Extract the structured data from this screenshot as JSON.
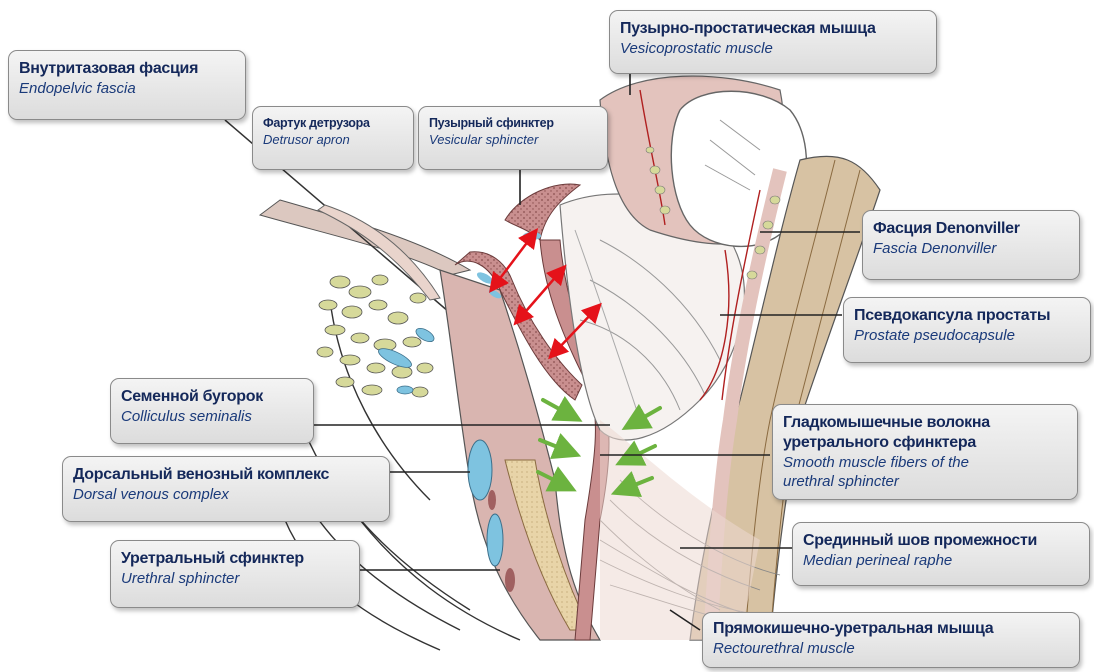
{
  "labels": {
    "endopelvic": {
      "ru": "Внутритазовая фасция",
      "en": "Endopelvic fascia"
    },
    "detrusor": {
      "ru": "Фартук детрузора",
      "en": "Detrusor apron"
    },
    "vesicular": {
      "ru": "Пузырный сфинктер",
      "en": "Vesicular sphincter"
    },
    "vesicoprostatic": {
      "ru": "Пузырно-простатическая мышца",
      "en": "Vesicoprostatic muscle"
    },
    "denonvilliers": {
      "ru": "Фасция Denonviller",
      "en": "Fascia Denonviller"
    },
    "pseudocapsule": {
      "ru": "Псевдокапсула простаты",
      "en": "Prostate pseudocapsule"
    },
    "colliculus": {
      "ru": "Семенной бугорок",
      "en": "Colliculus seminalis"
    },
    "dorsal": {
      "ru": "Дорсальный венозный комплекс",
      "en": "Dorsal venous complex"
    },
    "urethral": {
      "ru": "Уретральный сфинктер",
      "en": "Urethral sphincter"
    },
    "smooth": {
      "ru1": "Гладкомышечные волокна",
      "ru2": "уретрального сфинктера",
      "en1": "Smooth muscle fibers of the",
      "en2": "urethral sphincter"
    },
    "median": {
      "ru": "Срединный шов промежности",
      "en": "Median perineal raphe"
    },
    "rectourethral": {
      "ru": "Прямокишечно-уретральная мышца",
      "en": "Rectourethral muscle"
    }
  },
  "colors": {
    "label_title": "#14285a",
    "label_subtitle": "#1a3a7a",
    "muscle_pink": "#d9a3a3",
    "sphincter_dark": "#b07070",
    "vein_blue": "#7ec3e0",
    "fascia_tan": "#d7c2a3",
    "arrow_red": "#e5121a",
    "arrow_green": "#6cb33f",
    "nodule_yellow": "#d6d99a"
  }
}
